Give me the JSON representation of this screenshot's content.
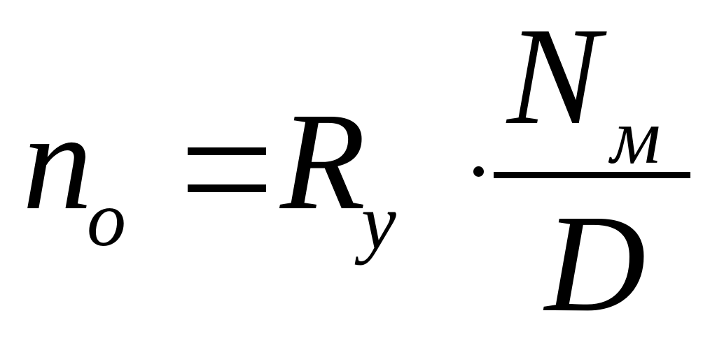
{
  "formula": {
    "lhs": {
      "symbol": "n",
      "subscript": "o"
    },
    "operator": "=",
    "coefficient": {
      "symbol": "R",
      "subscript": "y"
    },
    "multiply": "·",
    "fraction": {
      "numerator": {
        "symbol": "N",
        "subscript": "м"
      },
      "denominator": "D"
    }
  }
}
